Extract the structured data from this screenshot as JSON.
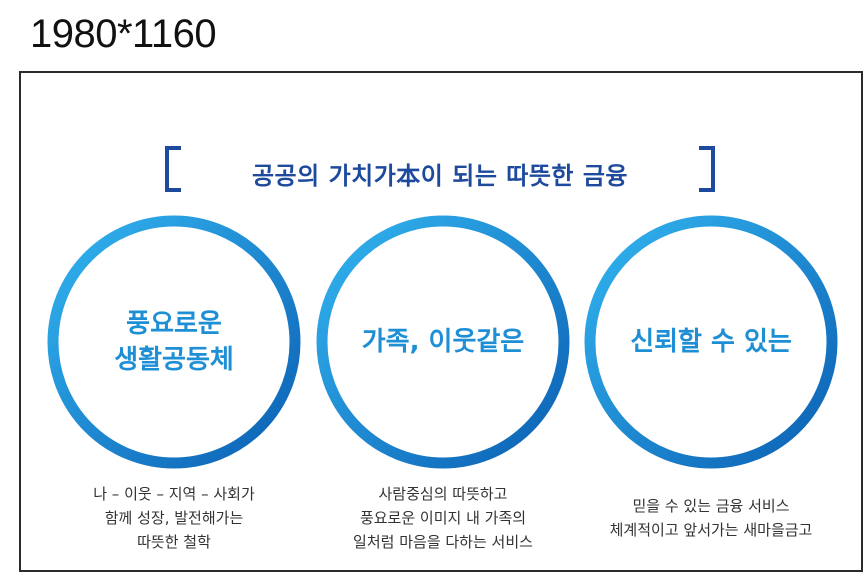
{
  "dimension_label": "1980*1160",
  "headline": "공공의 가치가本이 되는 따뜻한 금융",
  "colors": {
    "bracket": "#1e4a9e",
    "circle_start": "#33b5f0",
    "circle_end": "#0b5fb3",
    "circle_text": "#1e8fd5"
  },
  "values": [
    {
      "title_lines": [
        "풍요로운",
        "생활공동체"
      ],
      "desc_lines": [
        "나 – 이웃 – 지역 – 사회가",
        "함께 성장, 발전해가는",
        "따뜻한 철학"
      ]
    },
    {
      "title_lines": [
        "가족, 이웃같은"
      ],
      "desc_lines": [
        "사람중심의 따뜻하고",
        "풍요로운 이미지 내 가족의",
        "일처럼 마음을 다하는 서비스"
      ]
    },
    {
      "title_lines": [
        "신뢰할 수 있는"
      ],
      "desc_lines": [
        "믿을 수 있는 금융 서비스",
        "체계적이고 앞서가는 새마을금고"
      ]
    }
  ]
}
